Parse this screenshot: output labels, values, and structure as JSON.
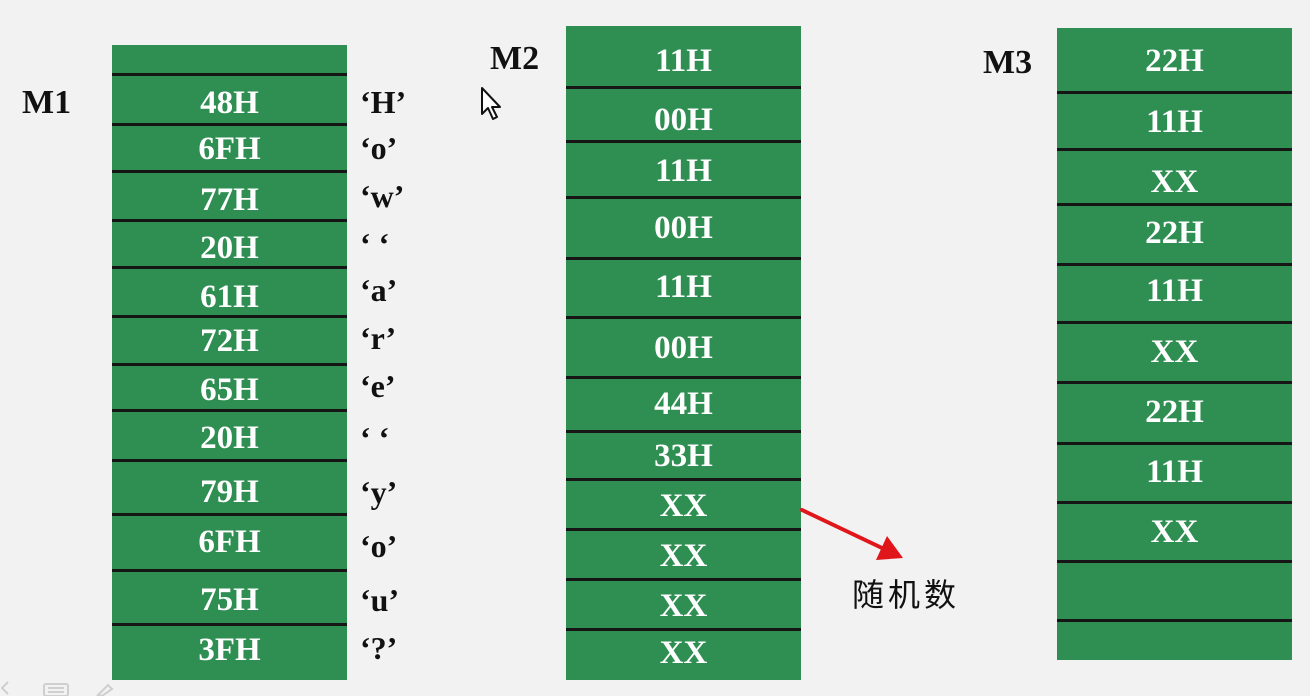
{
  "m1": {
    "label": "M1",
    "cells": [
      "48H",
      "6FH",
      "77H",
      "20H",
      "61H",
      "72H",
      "65H",
      "20H",
      "79H",
      "6FH",
      "75H",
      "3FH"
    ],
    "chars": [
      "‘H’",
      "‘o’",
      "‘w’",
      "‘ ‘",
      "‘a’",
      "‘r’",
      "‘e’",
      "‘ ‘",
      "‘y’",
      "‘o’",
      "‘u’",
      "‘?’"
    ]
  },
  "m2": {
    "label": "M2",
    "cells": [
      "11H",
      "00H",
      "11H",
      "00H",
      "11H",
      "00H",
      "44H",
      "33H",
      "XX",
      "XX",
      "XX",
      "XX"
    ]
  },
  "m3": {
    "label": "M3",
    "cells": [
      "22H",
      "11H",
      "XX",
      "22H",
      "11H",
      "XX",
      "22H",
      "11H",
      "XX",
      "",
      ""
    ]
  },
  "annotation": {
    "text": "随机数"
  },
  "colors": {
    "cell_fill": "#2f8f52",
    "divider": "#161616",
    "arrow": "#e0161b",
    "background": "#f2f2f2"
  }
}
